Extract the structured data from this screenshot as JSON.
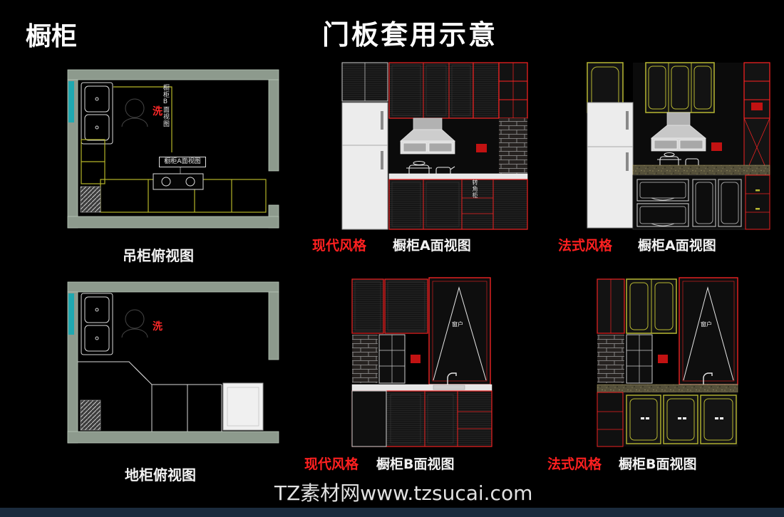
{
  "page": {
    "title": "橱柜",
    "subtitle": "门板套用示意",
    "watermark": "TZ素材网www.tzsucai.com"
  },
  "plan_top": {
    "caption": "吊柜俯视图",
    "sink_label": "洗",
    "view_b_label": "橱柜B面视图",
    "view_a_label": "橱柜A面视图"
  },
  "plan_bottom": {
    "caption": "地柜俯视图",
    "sink_label": "洗"
  },
  "elevation_modern_a": {
    "style_label": "现代风格",
    "caption": "橱柜A面视图",
    "corner_cabinet_label": "转角柜"
  },
  "elevation_french_a": {
    "style_label": "法式风格",
    "caption": "橱柜A面视图"
  },
  "elevation_modern_b": {
    "style_label": "现代风格",
    "caption": "橱柜B面视图",
    "window_label": "窗户"
  },
  "elevation_french_b": {
    "style_label": "法式风格",
    "caption": "橱柜B面视图",
    "window_label": "窗户"
  },
  "colors": {
    "background": "#000000",
    "wall_green": "#8d9a8d",
    "cad_yellow": "#b5b528",
    "accent_red": "#ff2020",
    "teal_window": "#1fa8b0",
    "footer_bar": "#1b2b3d"
  }
}
